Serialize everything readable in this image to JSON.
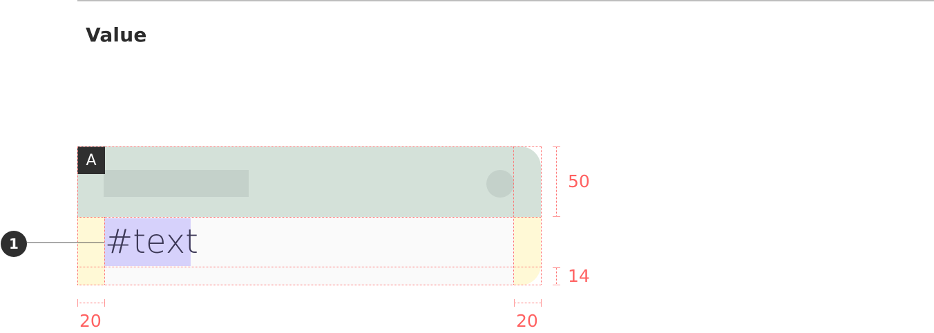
{
  "section": {
    "title": "Value"
  },
  "component": {
    "badge": "A",
    "value_text": "#text"
  },
  "callout": {
    "number": "1"
  },
  "dimensions": {
    "header_height": "50",
    "bottom_padding": "14",
    "left_padding": "20",
    "right_padding": "20"
  },
  "colors": {
    "dimension_red": "#ff6262",
    "header_fill": "#d4e1d9",
    "padding_fill": "#fff9d6",
    "text_highlight": "#d6d1fb"
  }
}
